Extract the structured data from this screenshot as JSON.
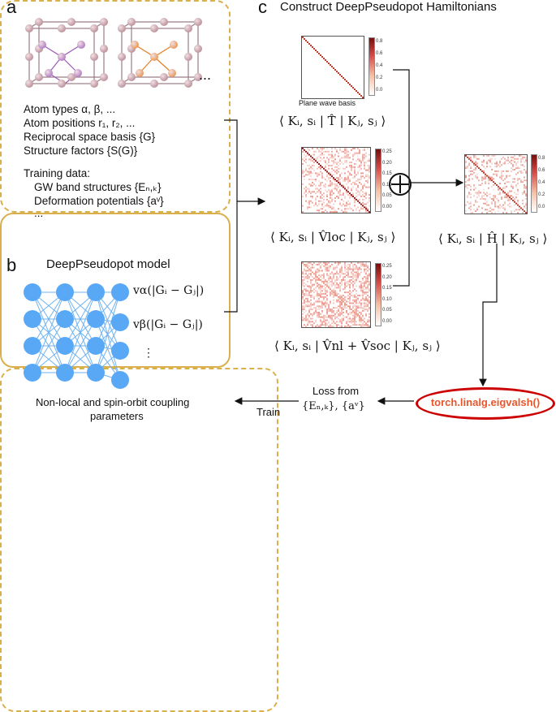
{
  "labels": {
    "a": "a",
    "b": "b",
    "c": "c"
  },
  "title_c": "Construct DeepPseudopot Hamiltonians",
  "title_b": "DeepPseudopot model",
  "panel_a": {
    "ellipsis": "...",
    "lines": [
      "Atom types α, β, ...",
      "Atom positions r₁, r₂, ...",
      "Reciprocal space basis {G}",
      "Structure factors {S(G)}",
      "Training data:",
      "GW band structures {Eₙ,ₖ}",
      "Deformation potentials {aᵛ}",
      "..."
    ]
  },
  "panel_b": {
    "v_alpha": "vα(|Gᵢ − Gⱼ|)",
    "v_beta": "vβ(|Gᵢ − Gⱼ|)",
    "dots": "⋮",
    "caption_1": "Non-local and spin-orbit coupling",
    "caption_2": "parameters"
  },
  "panel_c": {
    "plane_wave_label": "Plane wave basis",
    "eq_T": "⟨ Kᵢ, sᵢ | T̂ | Kⱼ, sⱼ ⟩",
    "eq_Vloc": "⟨ Kᵢ, sᵢ | V̂loc | Kⱼ, sⱼ ⟩",
    "eq_Vnl": "⟨ Kᵢ, sᵢ | V̂nl + V̂soc | Kⱼ, sⱼ ⟩",
    "eq_H": "⟨ Kᵢ, sᵢ | Ĥ | Kⱼ, sⱼ ⟩",
    "cbar1": [
      "0.8",
      "0.6",
      "0.4",
      "0.2",
      "0.0"
    ],
    "cbar2": [
      "0.25",
      "0.20",
      "0.15",
      "0.10",
      "0.05",
      "0.00"
    ],
    "cbar3": [
      "0.25",
      "0.20",
      "0.15",
      "0.10",
      "0.05",
      "0.00"
    ],
    "cbar4": [
      "0.8",
      "0.6",
      "0.4",
      "0.2",
      "0.0"
    ]
  },
  "eigvalsh": "torch.linalg.eigvalsh()",
  "loss_line1": "Loss from",
  "loss_line2": "{Eₙ,ₖ}, {aᵛ}",
  "train": "Train",
  "colors": {
    "frame": "#d9b04c",
    "node": "#59a8f5",
    "oval": "#cc0000",
    "oval_text": "#e8562b"
  }
}
